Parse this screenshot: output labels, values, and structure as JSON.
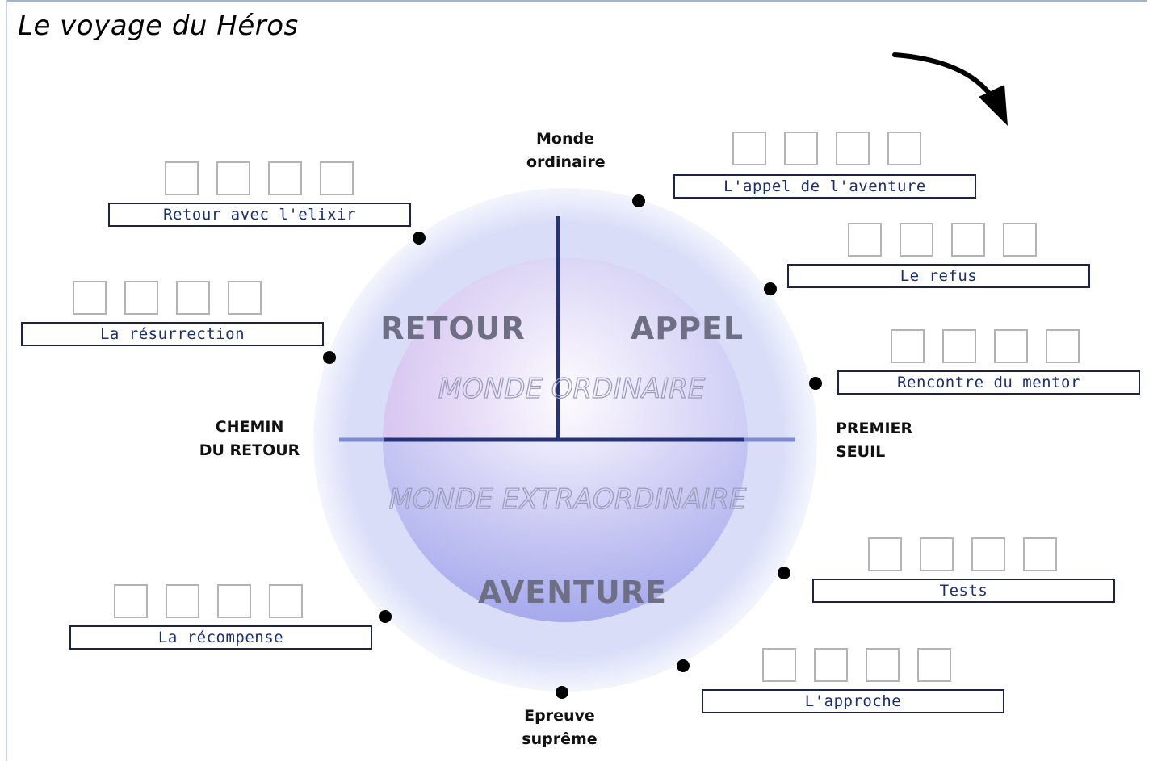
{
  "title": "Le voyage du Héros",
  "quadrants": {
    "retour": "RETOUR",
    "appel": "APPEL",
    "aventure": "AVENTURE",
    "monde_ordinaire": "MONDE ORDINAIRE",
    "monde_extraordinaire": "MONDE EXTRAORDINAIRE"
  },
  "milestones": {
    "monde_ordinaire": [
      "Monde",
      "ordinaire"
    ],
    "premier_seuil": [
      "PREMIER",
      "SEUIL"
    ],
    "chemin_du_retour": [
      "CHEMIN",
      "DU RETOUR"
    ],
    "epreuve_supreme": [
      "Epreuve",
      "suprême"
    ]
  },
  "stages": [
    {
      "id": "appel-aventure",
      "label": "L'appel de l'aventure",
      "checkboxes": 4
    },
    {
      "id": "refus",
      "label": "Le refus",
      "checkboxes": 4
    },
    {
      "id": "mentor",
      "label": "Rencontre du mentor",
      "checkboxes": 4
    },
    {
      "id": "tests",
      "label": "Tests",
      "checkboxes": 4
    },
    {
      "id": "approche",
      "label": "L'approche",
      "checkboxes": 4
    },
    {
      "id": "recompense",
      "label": "La récompense",
      "checkboxes": 4
    },
    {
      "id": "resurrection",
      "label": "La résurrection",
      "checkboxes": 4
    },
    {
      "id": "retour-elixir",
      "label": "Retour avec l'elixir",
      "checkboxes": 4
    }
  ],
  "colors": {
    "axis": "#26327a",
    "outer_ring": "#e6e9fb",
    "inner_sphere": "#c9c9f3",
    "quadrant_text": "#6e6e84",
    "world_text": "#9a9ab8",
    "label_text": "#1b2f6b"
  },
  "icons": [
    "curved-arrow-icon",
    "checkbox-icon",
    "stage-dot-icon"
  ]
}
